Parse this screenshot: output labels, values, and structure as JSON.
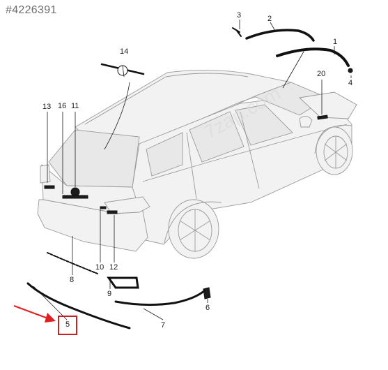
{
  "reference_code": "#4226391",
  "watermark_text": "7zap.com",
  "callouts": [
    "1",
    "2",
    "3",
    "4",
    "5",
    "6",
    "7",
    "8",
    "9",
    "10",
    "11",
    "12",
    "13",
    "14",
    "16",
    "20"
  ],
  "highlight": {
    "part": "5",
    "color": "#cc1f1f"
  },
  "arrow_color": "#e02020"
}
